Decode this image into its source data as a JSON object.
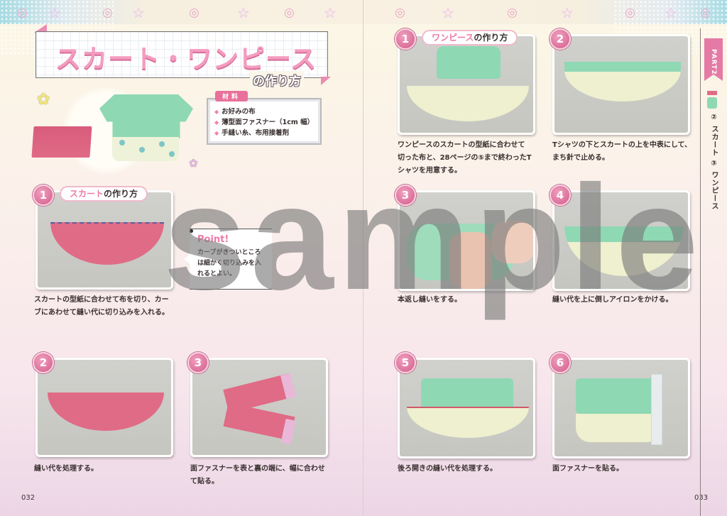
{
  "document": {
    "title_main": "スカート・ワンピース",
    "title_sub": "の作り方",
    "watermark": "sample"
  },
  "materials": {
    "label": "材料",
    "items": [
      "お好みの布",
      "薄型面ファスナー（1cm 幅）",
      "手縫い糸、布用接着剤"
    ]
  },
  "left_page": {
    "page_number": "032",
    "section": {
      "badge": "1",
      "highlight": "スカート",
      "suffix": "の作り方"
    },
    "steps": [
      {
        "number": "1",
        "caption_lines": [
          "スカートの型紙に合わせて布を切り、カー",
          "ブにあわせて縫い代に切り込みを入れる。"
        ]
      },
      {
        "number": "2",
        "caption_lines": [
          "縫い代を処理する。"
        ]
      },
      {
        "number": "3",
        "caption_lines": [
          "面ファスナーを表と裏の端に、幅に合わせ",
          "て貼る。"
        ]
      }
    ],
    "point": {
      "title": "Point!",
      "lines": [
        "カーブがきついところ",
        "は細かく切り込みを入",
        "れるとよい。"
      ]
    }
  },
  "right_page": {
    "page_number": "033",
    "section": {
      "badge": "1",
      "highlight": "ワンピース",
      "suffix": "の作り方"
    },
    "steps": [
      {
        "number": "1",
        "caption_lines": [
          "ワンピースのスカートの型紙に合わせて",
          "切った布と、28ページの⑤まで終わったT",
          "シャツを用意する。"
        ]
      },
      {
        "number": "2",
        "caption_lines": [
          "Tシャツの下とスカートの上を中表にして、",
          "まち針で止める。"
        ]
      },
      {
        "number": "3",
        "caption_lines": [
          "本返し縫いをする。"
        ]
      },
      {
        "number": "4",
        "caption_lines": [
          "縫い代を上に倒しアイロンをかける。"
        ]
      },
      {
        "number": "5",
        "caption_lines": [
          "後ろ開きの縫い代を処理する。"
        ]
      },
      {
        "number": "6",
        "caption_lines": [
          "面ファスナーを貼る。"
        ]
      }
    ],
    "side_tab": {
      "part": "PART2",
      "index": "② スカート  ③ ワンピース"
    }
  },
  "colors": {
    "accent_pink": "#ec7aa6",
    "badge_pink": "#d35c8a",
    "skirt_pink": "#e06b86",
    "mint": "#8fd8b4",
    "photo_bg": "#cacac6"
  }
}
